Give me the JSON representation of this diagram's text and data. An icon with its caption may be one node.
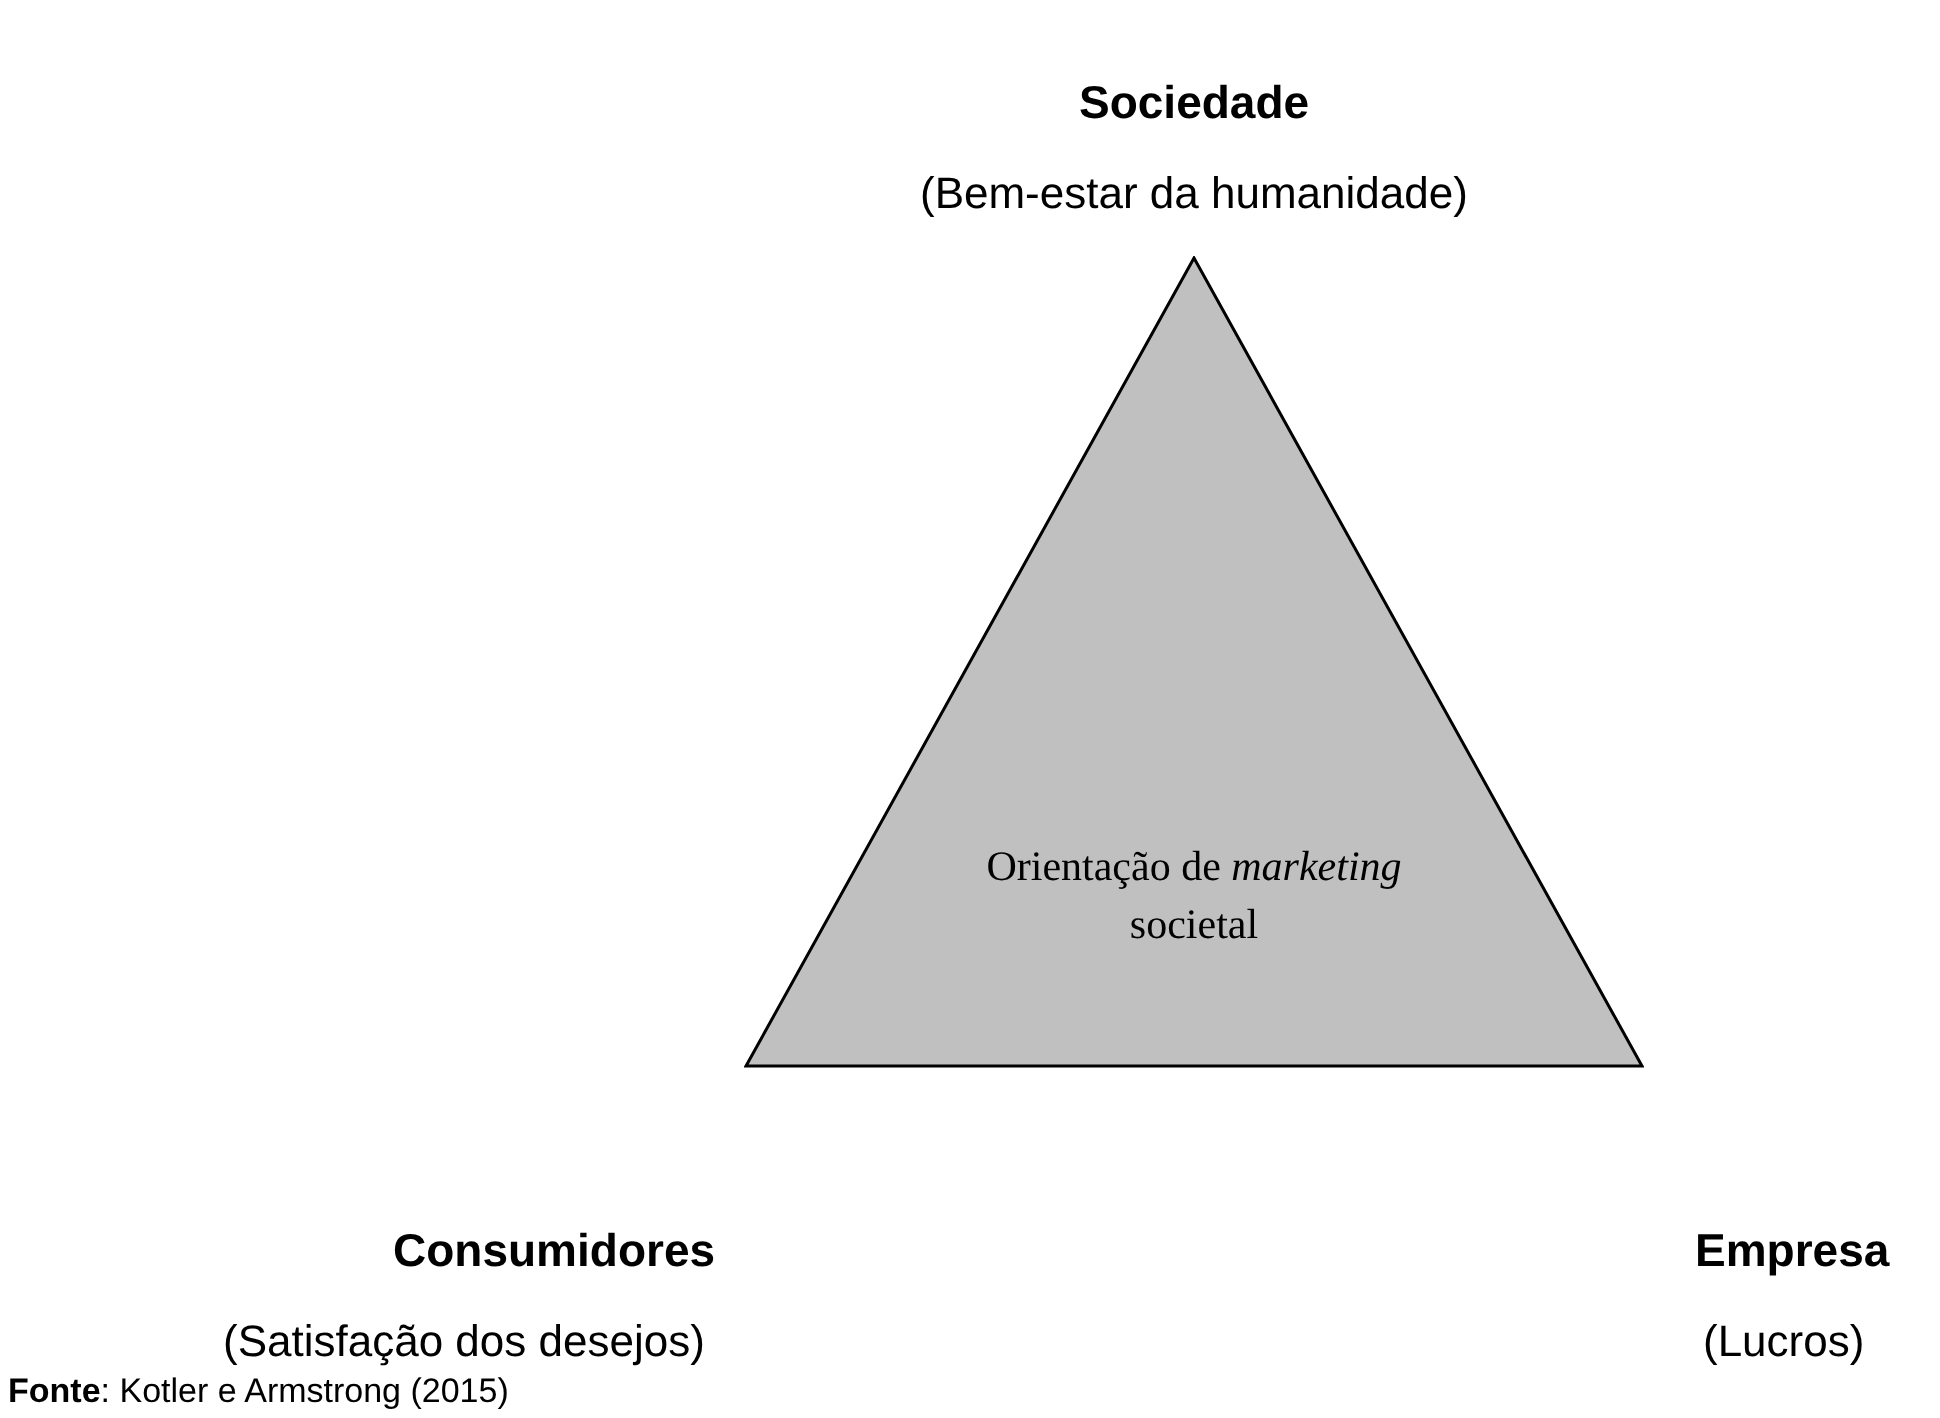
{
  "diagram": {
    "caption": "**Fonte**: Kotler e Armstrong (2015)",
    "nodes": [
      {
        "text": [
          "Orientação de *marketing* societal"
        ]
      }
    ],
    "edges": [],
    "labels": [
      "Sociedade",
      "(Bem-estar da humanidade)",
      "Consumidores",
      "(Satisfação dos desejos)",
      "Empresa",
      "(Lucros)"
    ]
  }
}
